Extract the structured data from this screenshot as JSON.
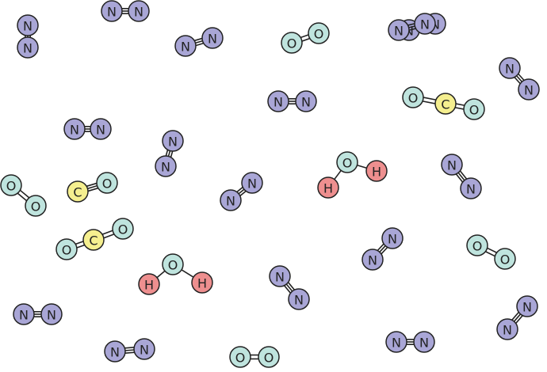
{
  "colors": {
    "N": "#a9a6d6",
    "O": "#bfe4de",
    "C": "#f5ef8f",
    "H": "#ee8f8f"
  },
  "molecules": [
    {
      "formula": "N2",
      "atoms": [
        "N",
        "N"
      ],
      "bonds": [
        3
      ]
    },
    {
      "formula": "N2",
      "atoms": [
        "N",
        "N"
      ],
      "bonds": [
        3
      ]
    },
    {
      "formula": "N2",
      "atoms": [
        "N",
        "N"
      ],
      "bonds": [
        3
      ]
    },
    {
      "formula": "O2",
      "atoms": [
        "O",
        "O"
      ],
      "bonds": [
        2
      ]
    },
    {
      "formula": "N2",
      "atoms": [
        "N",
        "N"
      ],
      "bonds": [
        3
      ]
    },
    {
      "formula": "N2",
      "atoms": [
        "N",
        "N"
      ],
      "bonds": [
        3
      ]
    },
    {
      "formula": "N2",
      "atoms": [
        "N",
        "N"
      ],
      "bonds": [
        3
      ]
    },
    {
      "formula": "CO2",
      "atoms": [
        "O",
        "C",
        "O"
      ],
      "bonds": [
        2,
        2
      ]
    },
    {
      "formula": "N2",
      "atoms": [
        "N",
        "N"
      ],
      "bonds": [
        3
      ]
    },
    {
      "formula": "N2",
      "atoms": [
        "N",
        "N"
      ],
      "bonds": [
        3
      ]
    },
    {
      "formula": "H2O",
      "atoms": [
        "H",
        "O",
        "H"
      ],
      "bonds": [
        1,
        1
      ]
    },
    {
      "formula": "N2",
      "atoms": [
        "N",
        "N"
      ],
      "bonds": [
        3
      ]
    },
    {
      "formula": "O2",
      "atoms": [
        "O",
        "O"
      ],
      "bonds": [
        2
      ]
    },
    {
      "formula": "CO",
      "atoms": [
        "C",
        "O"
      ],
      "bonds": [
        3
      ]
    },
    {
      "formula": "N2",
      "atoms": [
        "N",
        "N"
      ],
      "bonds": [
        3
      ]
    },
    {
      "formula": "CO2",
      "atoms": [
        "O",
        "C",
        "O"
      ],
      "bonds": [
        2,
        2
      ]
    },
    {
      "formula": "N2",
      "atoms": [
        "N",
        "N"
      ],
      "bonds": [
        3
      ]
    },
    {
      "formula": "O2",
      "atoms": [
        "O",
        "O"
      ],
      "bonds": [
        2
      ]
    },
    {
      "formula": "H2O",
      "atoms": [
        "H",
        "O",
        "H"
      ],
      "bonds": [
        1,
        1
      ]
    },
    {
      "formula": "N2",
      "atoms": [
        "N",
        "N"
      ],
      "bonds": [
        3
      ]
    },
    {
      "formula": "N2",
      "atoms": [
        "N",
        "N"
      ],
      "bonds": [
        3
      ]
    },
    {
      "formula": "N2",
      "atoms": [
        "N",
        "N"
      ],
      "bonds": [
        3
      ]
    },
    {
      "formula": "N2",
      "atoms": [
        "N",
        "N"
      ],
      "bonds": [
        3
      ]
    },
    {
      "formula": "O2",
      "atoms": [
        "O",
        "O"
      ],
      "bonds": [
        2
      ]
    },
    {
      "formula": "N2",
      "atoms": [
        "N",
        "N"
      ],
      "bonds": [
        3
      ]
    },
    {
      "formula": "N2",
      "atoms": [
        "N",
        "N"
      ],
      "bonds": [
        3
      ]
    }
  ]
}
